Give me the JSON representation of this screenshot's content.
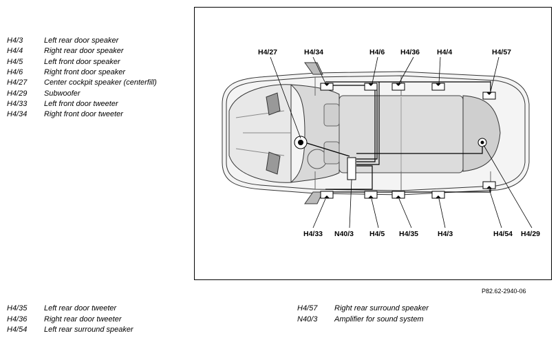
{
  "legend_top": [
    {
      "code": "H4/3",
      "desc": "Left rear door speaker"
    },
    {
      "code": "H4/4",
      "desc": "Right rear door speaker"
    },
    {
      "code": "H4/5",
      "desc": "Left front door speaker"
    },
    {
      "code": "H4/6",
      "desc": "Right front door speaker"
    },
    {
      "code": "H4/27",
      "desc": "Center cockpit speaker (centerfill)"
    },
    {
      "code": "H4/29",
      "desc": "Subwoofer"
    },
    {
      "code": "H4/33",
      "desc": "Left front door tweeter"
    },
    {
      "code": "H4/34",
      "desc": "Right front door tweeter"
    }
  ],
  "legend_bottom_left": [
    {
      "code": "H4/35",
      "desc": "Left rear door tweeter"
    },
    {
      "code": "H4/36",
      "desc": "Right rear door tweeter"
    },
    {
      "code": "H4/54",
      "desc": "Left rear surround speaker"
    }
  ],
  "legend_bottom_right": [
    {
      "code": "H4/57",
      "desc": "Right rear surround speaker"
    },
    {
      "code": "N40/3",
      "desc": "Amplifier for sound system"
    }
  ],
  "diagram": {
    "labels_top": [
      "H4/27",
      "H4/34",
      "H4/6",
      "H4/36",
      "H4/4",
      "H4/57"
    ],
    "labels_bottom": [
      "H4/33",
      "N40/3",
      "H4/5",
      "H4/35",
      "H4/3",
      "H4/54",
      "H4/29"
    ]
  },
  "figure_ref": "P82.62-2940-06"
}
